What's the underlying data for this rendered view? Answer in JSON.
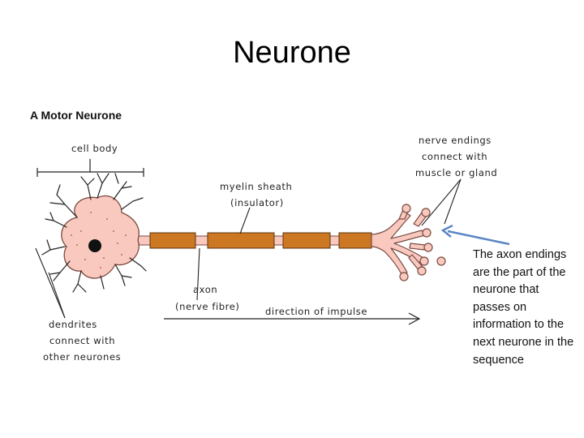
{
  "slide": {
    "title": "Neurone"
  },
  "diagram": {
    "figure_title": "A Motor Neurone",
    "labels": {
      "cell_body": "cell body",
      "nerve_endings_1": "nerve endings",
      "nerve_endings_2": "connect with",
      "nerve_endings_3": "muscle or gland",
      "myelin_1": "myelin sheath",
      "myelin_2": "(insulator)",
      "axon_1": "axon",
      "axon_2": "(nerve fibre)",
      "direction": "direction of impulse",
      "dendrites_1": "dendrites",
      "dendrites_2": "connect with",
      "dendrites_3": "other neurones"
    },
    "colors": {
      "cell_fill": "#f9c9bf",
      "myelin": "#cc7722",
      "pointer_arrow": "#5b87c5"
    }
  },
  "annotation": {
    "text": "The axon endings are the part of the neurone that passes on information to the next neurone in the sequence"
  }
}
